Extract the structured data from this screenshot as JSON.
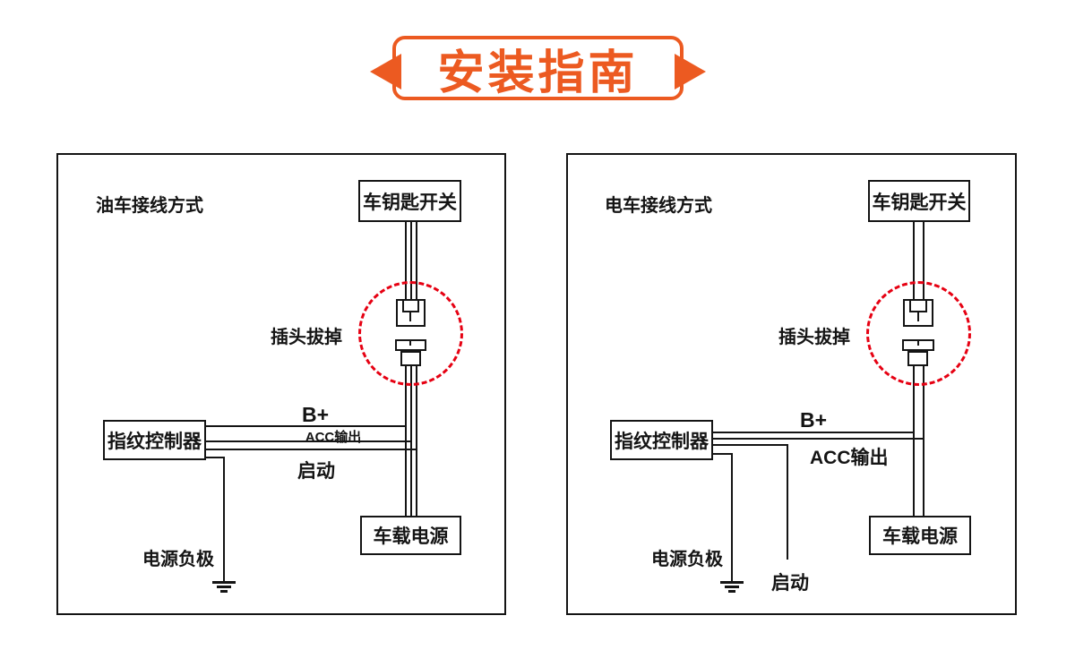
{
  "banner": {
    "title": "安装指南"
  },
  "colors": {
    "accent": "#ec5a21",
    "wire": "#141414",
    "highlight": "#e60012"
  },
  "icons": [
    "left-arrow-icon",
    "right-arrow-icon",
    "plug-female-icon",
    "plug-male-icon",
    "ground-icon",
    "dashed-highlight-circle"
  ],
  "panels": {
    "fuel": {
      "heading": "油车接线方式",
      "key_switch": "车钥匙开关",
      "controller": "指纹控制器",
      "vehicle_power": "车载电源",
      "unplug": "插头拔掉",
      "wire_b_plus": "B+",
      "wire_acc": "ACC输出",
      "wire_start": "启动",
      "ground_label": "电源负极"
    },
    "electric": {
      "heading": "电车接线方式",
      "key_switch": "车钥匙开关",
      "controller": "指纹控制器",
      "vehicle_power": "车载电源",
      "unplug": "插头拔掉",
      "wire_b_plus": "B+",
      "wire_acc": "ACC输出",
      "wire_start": "启动",
      "ground_label": "电源负极"
    }
  }
}
